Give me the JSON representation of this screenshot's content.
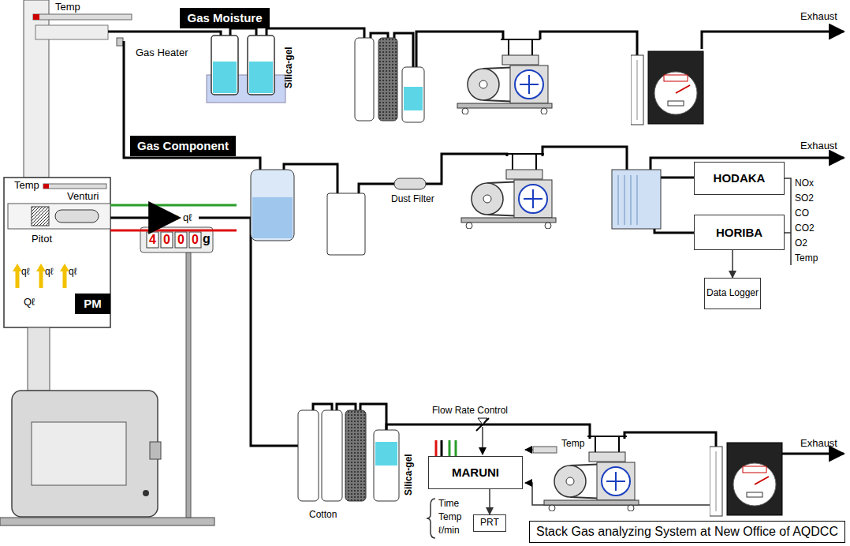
{
  "diagram": {
    "title": "Stack Gas analyzing System at New Office of AQDCC",
    "nodes": [
      {
        "text": [
          "Gas Moisture"
        ]
      },
      {
        "text": [
          "Gas Component"
        ]
      },
      {
        "text": [
          "HODAKA"
        ]
      },
      {
        "text": [
          "HORIBA"
        ]
      },
      {
        "text": [
          "PM"
        ]
      },
      {
        "text": [
          "Data Logger"
        ]
      },
      {
        "text": [
          "MARUNI"
        ]
      },
      {
        "text": [
          "PRT"
        ]
      }
    ],
    "edges": [
      {
        "from": 3,
        "to": 5,
        "arrow": "to"
      },
      {
        "from": 6,
        "to": 7,
        "arrow": "to"
      }
    ],
    "labels": [
      "Temp",
      "Gas Heater",
      "Silica-gel",
      "Exhaust",
      "Exhaust",
      "Temp",
      "Venturi",
      "qℓ",
      "Pitot",
      "qℓ",
      "qℓ",
      "qℓ",
      "Qℓ",
      "Dust Filter",
      "NOx",
      "SO2",
      "CO",
      "CO2",
      "O2",
      "Temp",
      "4",
      "0",
      "0",
      "0",
      "g",
      "Flow Rate Control",
      "Temp",
      "Silica-gel",
      "Exhaust",
      "Cotton",
      "Time",
      "Temp",
      "ℓ/min"
    ]
  }
}
